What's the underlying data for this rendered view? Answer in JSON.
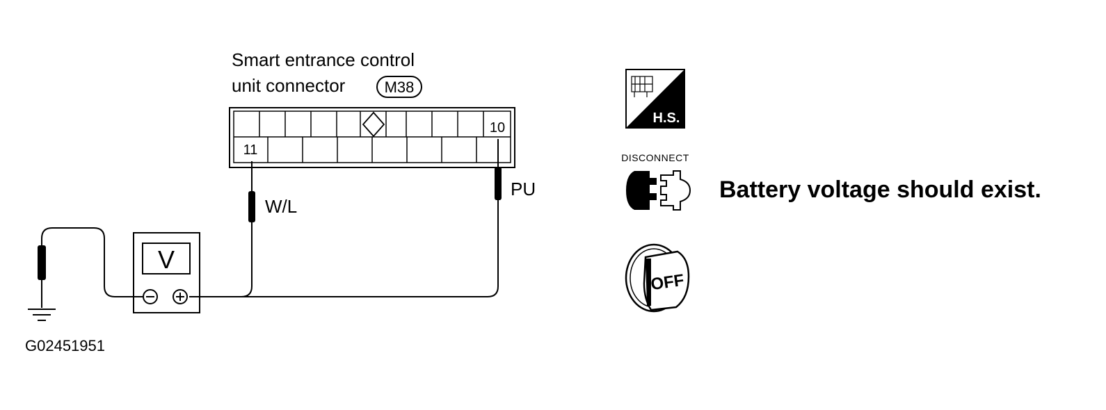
{
  "connector": {
    "title_line1": "Smart entrance control",
    "title_line2": "unit connector",
    "id": "M38",
    "pin_top": "10",
    "pin_bottom": "11"
  },
  "wires": {
    "left_color": "W/L",
    "right_color": "PU"
  },
  "meter": {
    "label": "V",
    "minus": "−",
    "plus": "+"
  },
  "icons": {
    "harness_side_label": "H.S.",
    "disconnect_label": "DISCONNECT",
    "ignition_label": "OFF"
  },
  "instruction": "Battery voltage should exist.",
  "figure_code": "G02451951"
}
